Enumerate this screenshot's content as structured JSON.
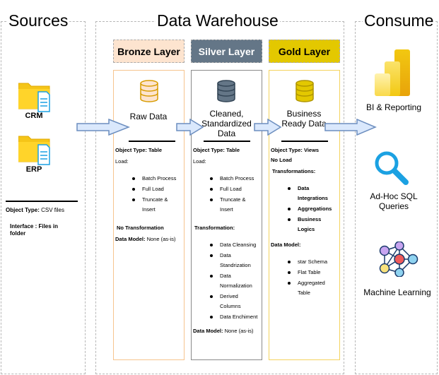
{
  "sections": {
    "sources_title": "Sources",
    "warehouse_title": "Data Warehouse",
    "consume_title": "Consume"
  },
  "sources": {
    "crm_label": "CRM",
    "erp_label": "ERP",
    "object_type_key": "Object Type:",
    "object_type_value": " CSV files",
    "interface_text": "Interface : Files in folder"
  },
  "bronze": {
    "title": "Bronze Layer",
    "center_text": "Raw Data",
    "object_type_key": "Object Type:",
    "object_type_value": " Table",
    "load_label": "Load:",
    "load_items": [
      "Batch Process",
      "Full Load",
      "Truncate & Insert"
    ],
    "no_transformation": "No Transformation",
    "data_model_key": "Data Model:",
    "data_model_value": " None (as-is)"
  },
  "silver": {
    "title": "Silver Layer",
    "center_text": "Cleaned, Standardized Data",
    "object_type_key": "Object Type:",
    "object_type_value": " Table",
    "load_label": "Load:",
    "load_items": [
      "Batch Process",
      "Full Load",
      "Truncate & Insert"
    ],
    "transformation_label": "Transformation:",
    "transformation_items": [
      "Data Cleansing",
      "Data Standrization",
      "Data Normalization",
      "Derived Columns",
      "Data Enchiment"
    ],
    "data_model_key": "Data Model:",
    "data_model_value": " None (as-is)"
  },
  "gold": {
    "title": "Gold Layer",
    "center_text": "Business Ready Data",
    "object_type_key": "Object Type:",
    "object_type_value": " Views",
    "no_load": "No Load",
    "transformations_label": "Transformations:",
    "transformation_items": [
      "Data Integrations",
      "Aggregations",
      "Business Logics"
    ],
    "data_model_label": "Data Model:",
    "data_model_items": [
      "star Schema",
      "Flat Table",
      "Aggregated Table"
    ]
  },
  "consume": {
    "bi_label": "BI & Reporting",
    "sql_label": "Ad-Hoc SQL Queries",
    "ml_label": "Machine Learning"
  },
  "colors": {
    "bronze_header": "#fde4cf",
    "bronze_border": "#f6c48e",
    "silver_header": "#647687",
    "silver_border": "#8a8a8a",
    "gold_header": "#e3c800",
    "gold_border": "#f4d35e",
    "arrow_fill": "#dae8fc",
    "arrow_stroke": "#6c8ebf"
  }
}
